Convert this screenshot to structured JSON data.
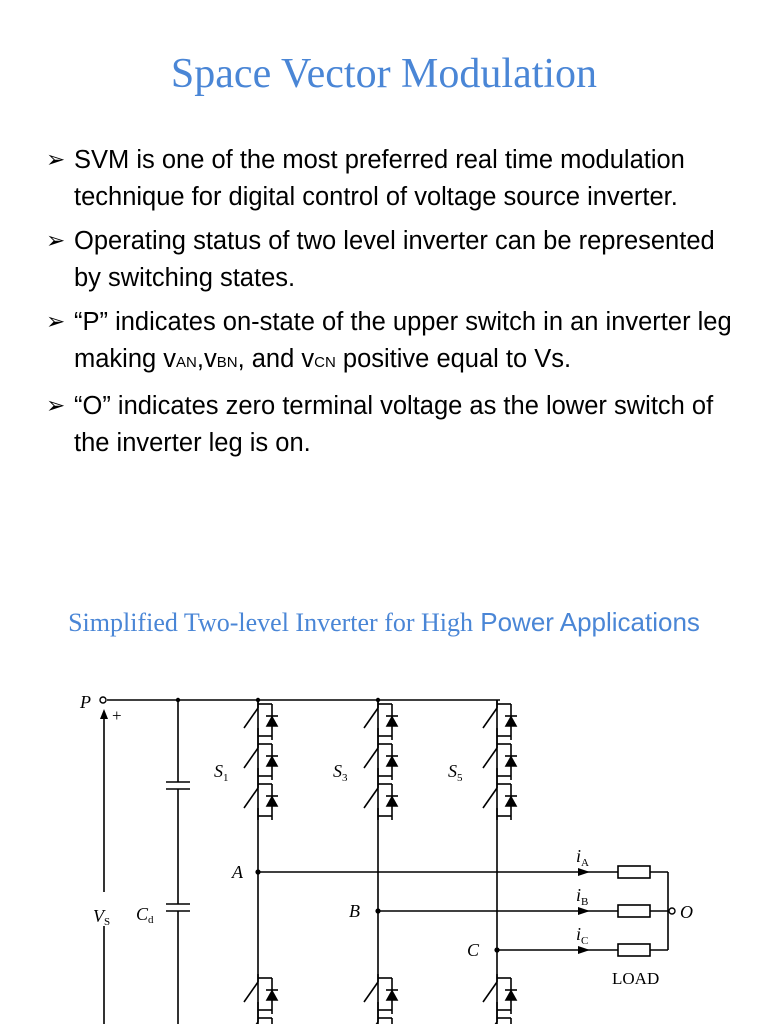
{
  "slide": {
    "title": "Space Vector Modulation",
    "bullets": [
      {
        "text": "SVM is one of the most preferred real time modulation technique for digital control of voltage source inverter."
      },
      {
        "text": "Operating status of two level inverter can be represented by switching states."
      },
      {
        "text_before": "“P” indicates on-state of the upper switch in an inverter leg making v",
        "sub1": "AN",
        "sep1": ",v",
        "sub2": "BN",
        "sep2": ", and v",
        "sub3": "CN",
        "text_after": " positive equal to Vs."
      },
      {
        "text": "“O” indicates zero terminal voltage as the lower switch of the inverter leg is on."
      }
    ],
    "figure_caption_part1": "Simplified Two-level Inverter for High",
    "figure_caption_part2": " Power Applications"
  },
  "circuit": {
    "node_p": "P",
    "plus_sign": "+",
    "source_label": "V",
    "source_sub": "S",
    "capacitor_label": "C",
    "capacitor_sub": "d",
    "switch_labels": [
      {
        "main": "S",
        "sub": "1"
      },
      {
        "main": "S",
        "sub": "3"
      },
      {
        "main": "S",
        "sub": "5"
      }
    ],
    "leg_nodes": [
      "A",
      "B",
      "C"
    ],
    "current_labels": [
      {
        "main": "i",
        "sub": "A"
      },
      {
        "main": "i",
        "sub": "B"
      },
      {
        "main": "i",
        "sub": "C"
      }
    ],
    "neutral_node": "O",
    "load_label": "LOAD"
  }
}
